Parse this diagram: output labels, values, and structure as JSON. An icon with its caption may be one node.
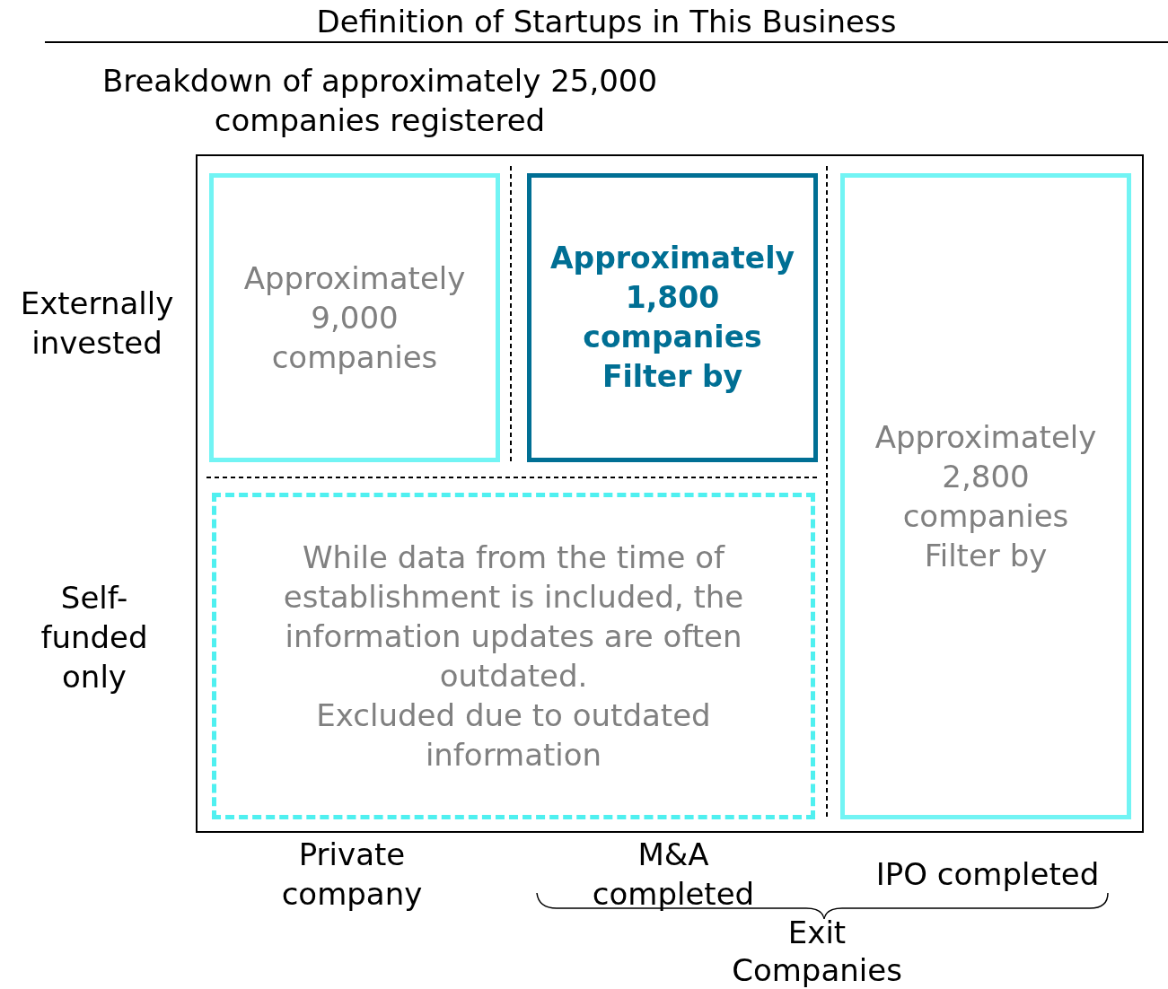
{
  "diagram": {
    "title": "Definition of Startups in This Business",
    "nodes": [
      {
        "text": [],
        "shape": "box"
      },
      {
        "text": [
          "Approximately 9,000 companies"
        ],
        "in": 0
      },
      {
        "text": [
          "Approximately 1,800 companies Filter by"
        ],
        "in": 0
      },
      {
        "text": [
          "Approximately 2,800 companies Filter by"
        ],
        "in": 0
      },
      {
        "text": [
          "While data from the time of establishment is included, the information updates are often outdated.",
          "Excluded due to outdated information"
        ],
        "in": 0
      }
    ],
    "labels": [
      "Breakdown of approximately 25,000 companies registered",
      "Externally invested",
      "Self-funded only",
      "Private company",
      "M&A completed",
      "IPO completed",
      "Exit Companies"
    ]
  }
}
